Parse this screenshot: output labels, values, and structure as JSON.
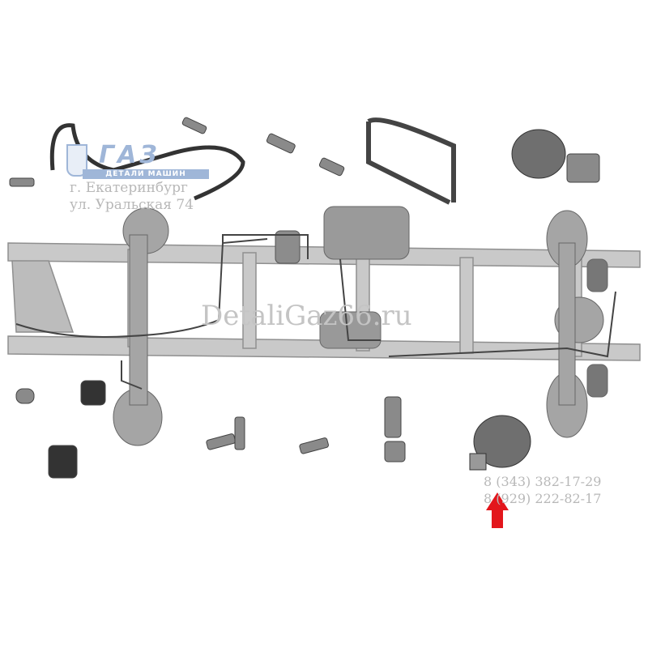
{
  "watermark": {
    "logo_brand": "ГАЗ",
    "logo_tagline": "ДЕТАЛИ МАШИН",
    "city": "г. Екатеринбург",
    "street": "ул. Уральская 74",
    "site": "DetaliGaz66.ru",
    "phone_1": "8 (343) 382-17-29",
    "phone_2": "8 (929) 222-82-17"
  },
  "colors": {
    "highlight_arrow": "#e3161c",
    "part_gray": "#8a8a8a",
    "frame_gray": "#b5b5b5"
  }
}
